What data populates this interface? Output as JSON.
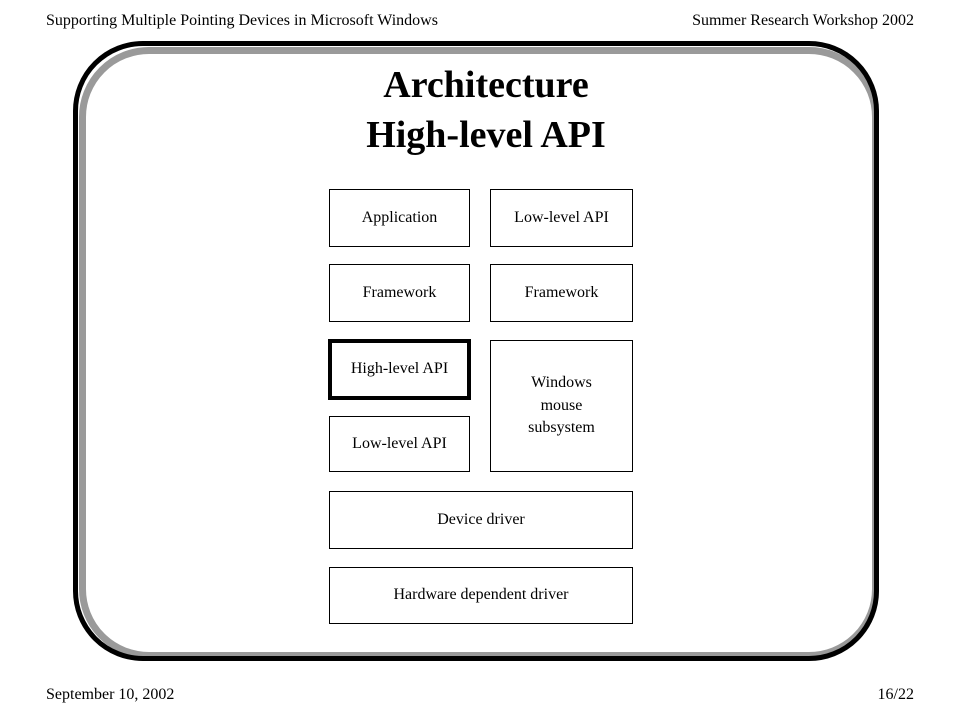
{
  "header": {
    "left": "Supporting Multiple Pointing Devices in Microsoft Windows",
    "right": "Summer Research Workshop 2002"
  },
  "title": {
    "line1": "Architecture",
    "line2": "High-level API"
  },
  "diagram": {
    "application": "Application",
    "low_level_api_top": "Low-level API",
    "framework_left": "Framework",
    "framework_right": "Framework",
    "high_level_api": "High-level API",
    "low_level_api_bottom": "Low-level API",
    "windows_mouse_subsystem": [
      "Windows",
      "mouse",
      "subsystem"
    ],
    "device_driver": "Device driver",
    "hardware_dependent_driver": "Hardware dependent driver",
    "highlighted": "High-level API"
  },
  "footer": {
    "date": "September 10, 2002",
    "page": "16/22"
  }
}
